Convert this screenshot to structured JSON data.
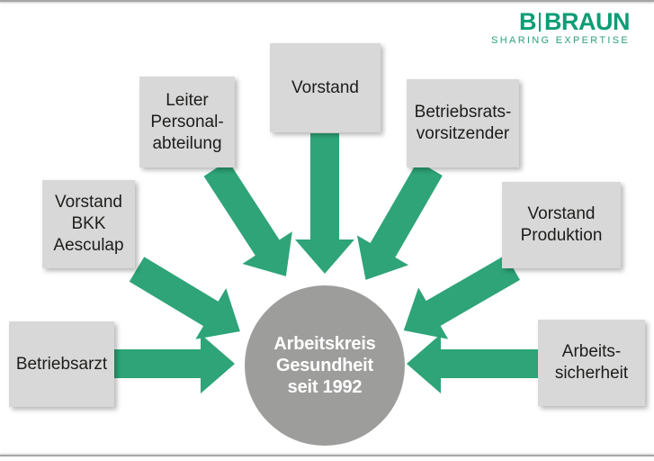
{
  "logo": {
    "letter": "B",
    "name": "BRAUN",
    "tagline": "SHARING EXPERTISE"
  },
  "center": {
    "lines": [
      "Arbeitskreis",
      "Gesundheit",
      "seit 1992"
    ]
  },
  "nodes": [
    {
      "id": "betriebsarzt",
      "lines": [
        "Betriebsarzt"
      ]
    },
    {
      "id": "vorstand-bkk-aesculap",
      "lines": [
        "Vorstand",
        "BKK",
        "Aesculap"
      ]
    },
    {
      "id": "leiter-personalabteilung",
      "lines": [
        "Leiter",
        "Personal-",
        "abteilung"
      ]
    },
    {
      "id": "vorstand",
      "lines": [
        "Vorstand"
      ]
    },
    {
      "id": "betriebsratsvorsitzender",
      "lines": [
        "Betriebsrats-",
        "vorsitzender"
      ]
    },
    {
      "id": "vorstand-produktion",
      "lines": [
        "Vorstand",
        "Produktion"
      ]
    },
    {
      "id": "arbeitssicherheit",
      "lines": [
        "Arbeits-",
        "sicherheit"
      ]
    }
  ],
  "colors": {
    "arrow_green": "#2EA478",
    "logo_green": "#0C9D76",
    "tagline_green": "#2BA07D",
    "box_fill": "#D8D8D8",
    "circle_fill": "#9D9D9C",
    "box_text": "#1D1D1B",
    "circle_text": "#FFFFFF",
    "border_line": "#A6A6A4"
  }
}
